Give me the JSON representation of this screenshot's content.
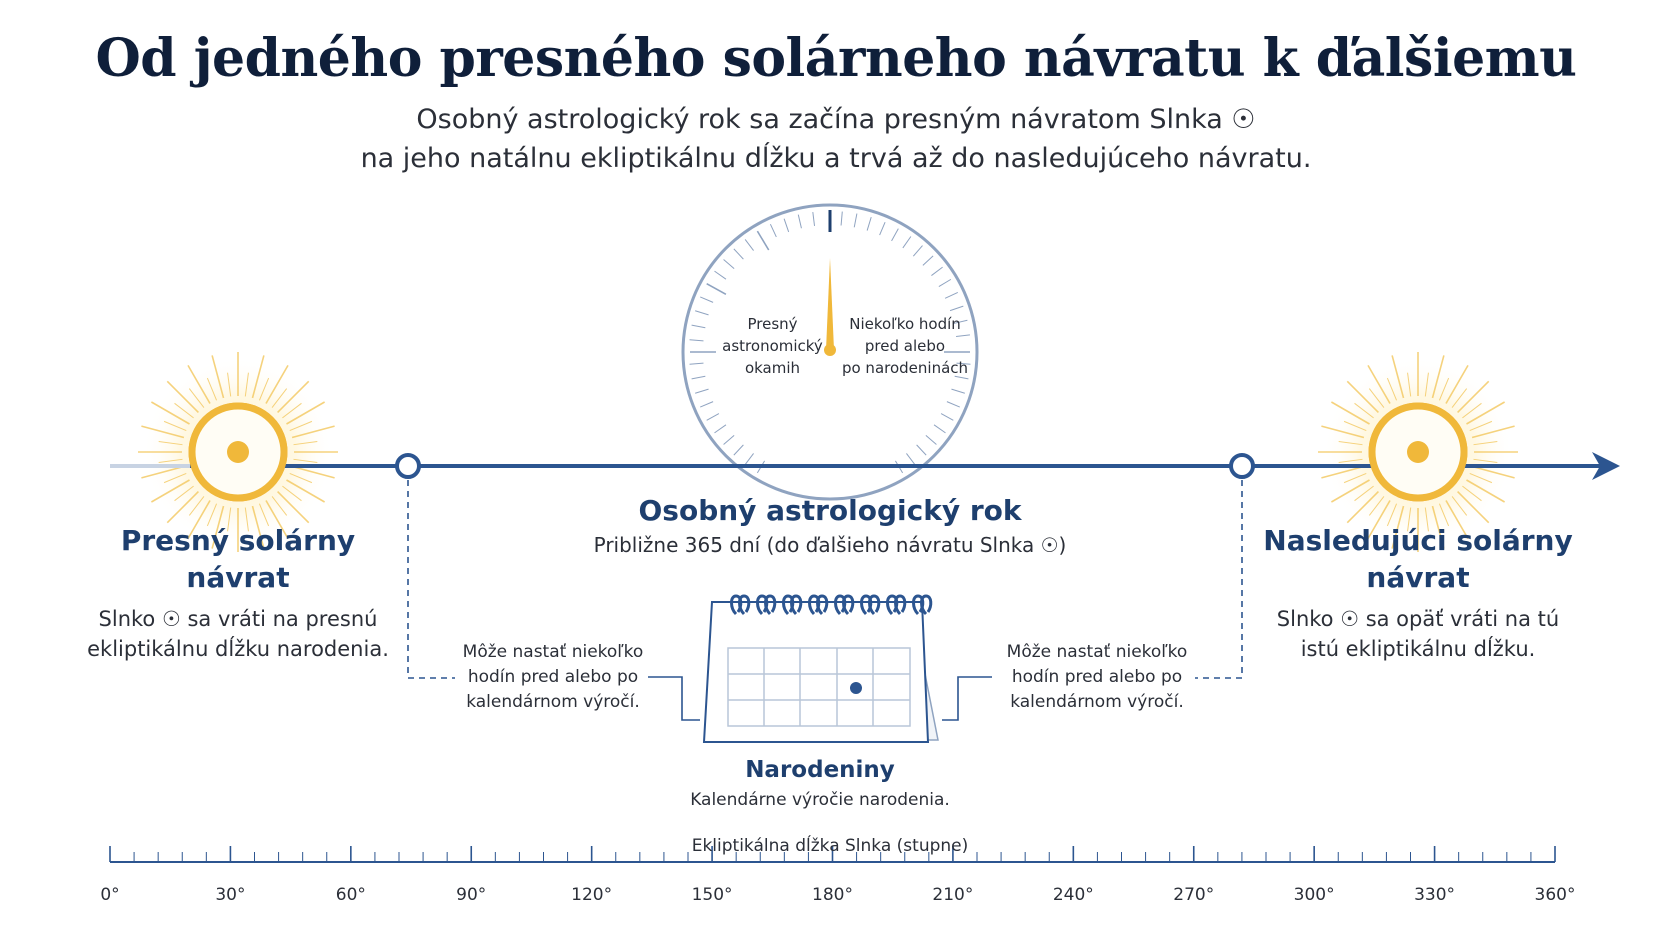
{
  "title": "Od jedného presného solárneho návratu k ďalšiemu",
  "subtitle": {
    "line1": "Osobný astrologický rok sa začína presným návratom Slnka ☉",
    "line2": "na jeho natálnu ekliptikálnu dĺžku a trvá až do nasledujúceho návratu."
  },
  "dial": {
    "left_label": [
      "Presný",
      "astronomický",
      "okamih"
    ],
    "right_label": [
      "Niekoľko hodín",
      "pred alebo",
      "po narodeninách"
    ]
  },
  "left_event": {
    "title_line1": "Presný solárny",
    "title_line2": "návrat",
    "desc_line1": "Slnko ☉ sa vráti na presnú",
    "desc_line2": "ekliptikálnu dĺžku narodenia."
  },
  "middle_event": {
    "title": "Osobný astrologický rok",
    "desc": "Približne 365 dní (do ďalšieho návratu Slnka ☉)"
  },
  "right_event": {
    "title_line1": "Nasledujúci solárny",
    "title_line2": "návrat",
    "desc_line1": "Slnko ☉ sa opäť vráti na tú",
    "desc_line2": "istú ekliptikálnu dĺžku."
  },
  "left_note": [
    "Môže nastať niekoľko",
    "hodín pred alebo po",
    "kalendárnom výročí."
  ],
  "right_note": [
    "Môže nastať niekoľko",
    "hodín pred alebo po",
    "kalendárnom výročí."
  ],
  "birthday": {
    "title": "Narodeniny",
    "desc": "Kalendárne výročie narodenia."
  },
  "axis": {
    "label": "Ekliptikálna dĺžka Slnka (stupne)",
    "ticks": [
      "0°",
      "30°",
      "60°",
      "90°",
      "120°",
      "150°",
      "180°",
      "210°",
      "240°",
      "270°",
      "300°",
      "330°",
      "360°"
    ],
    "min": 0,
    "max": 360
  },
  "colors": {
    "navy": "#1e3f6e",
    "line": "#2c5590",
    "sun": "#f0b83a",
    "dial": "#8fa3c0"
  }
}
